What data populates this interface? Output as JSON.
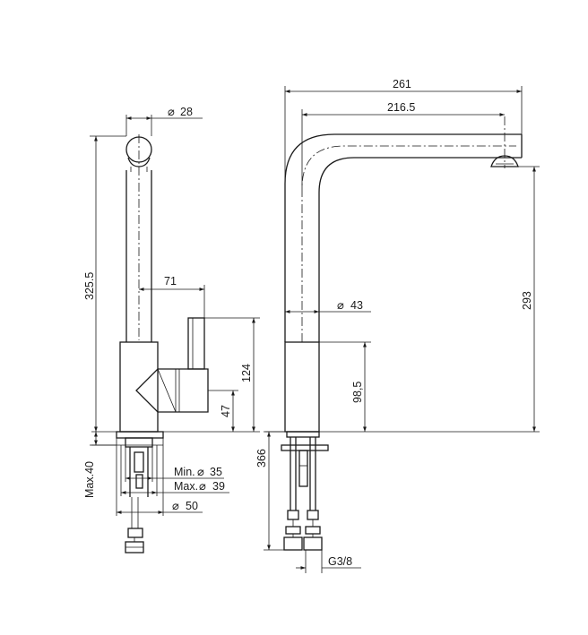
{
  "side_view": {
    "diameter_symbol": "⌀",
    "dims": {
      "pipe_diameter": "28",
      "height_total": "325.5",
      "lever_offset": "71",
      "lever_height": "124",
      "lever_pivot_height": "47",
      "deck_thickness": "Max.40",
      "hole_min_prefix": "Min.",
      "hole_min": "35",
      "hole_max_prefix": "Max.",
      "hole_max": "39",
      "base_diameter": "50"
    }
  },
  "front_view": {
    "diameter_symbol": "⌀",
    "dims": {
      "reach_total": "261",
      "reach_spout": "216.5",
      "body_diameter": "43",
      "spout_height": "293",
      "body_height": "98,5",
      "hose_length": "366",
      "connection": "G3/8"
    }
  }
}
